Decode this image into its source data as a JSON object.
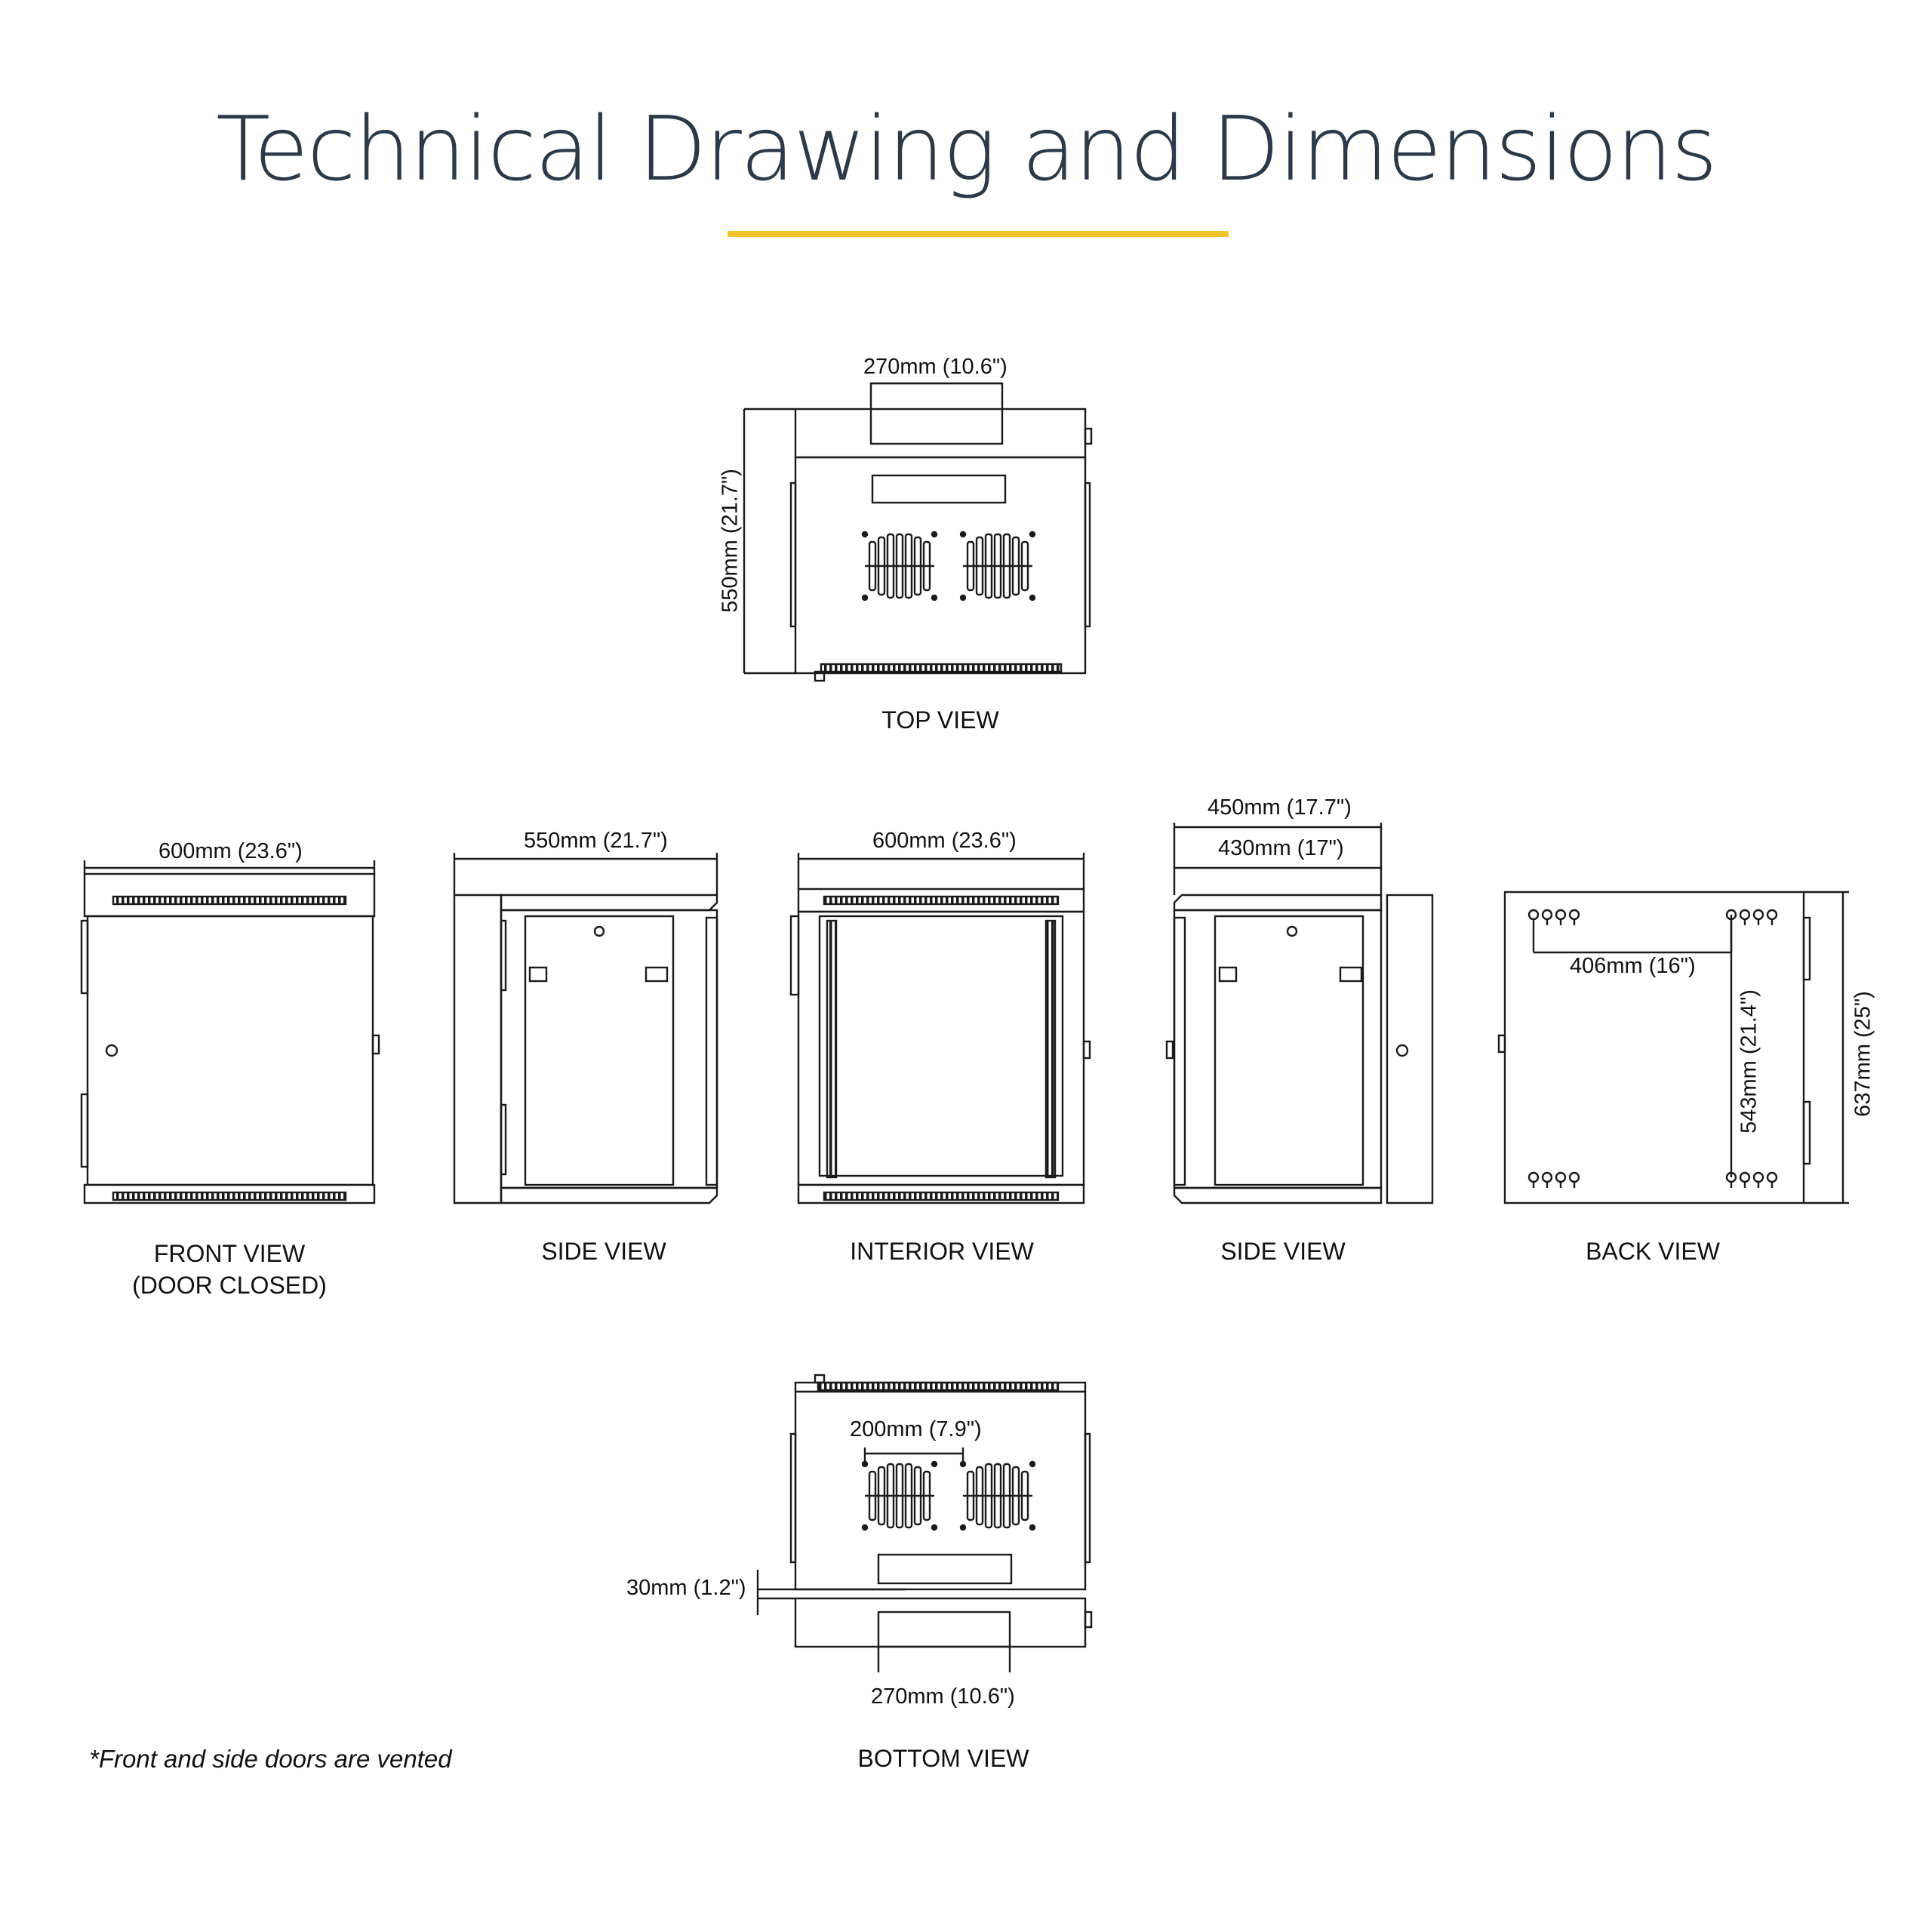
{
  "title": "Technical Drawing and Dimensions",
  "accent_color": "#f2c42b",
  "title_color": "#2b3a48",
  "views": {
    "top": "TOP VIEW",
    "front_line1": "FRONT VIEW",
    "front_line2": "(DOOR CLOSED)",
    "side_left": "SIDE VIEW",
    "interior": "INTERIOR VIEW",
    "side_right": "SIDE VIEW",
    "back": "BACK VIEW",
    "bottom": "BOTTOM VIEW"
  },
  "dimensions": {
    "top_width": "270mm (10.6\")",
    "top_depth": "550mm (21.7\")",
    "front_width": "600mm (23.6\")",
    "side_depth": "550mm (21.7\")",
    "interior_width": "600mm (23.6\")",
    "side_outer_depth": "450mm (17.7\")",
    "side_inner_depth": "430mm (17\")",
    "back_hole_spacing": "406mm (16\")",
    "back_hole_height": "543mm (21.4\")",
    "back_height": "637mm (25\")",
    "bottom_fan_spacing": "200mm (7.9\")",
    "bottom_offset": "30mm (1.2\")",
    "bottom_width": "270mm (10.6\")"
  },
  "footnote": "*Front and side doors are vented"
}
